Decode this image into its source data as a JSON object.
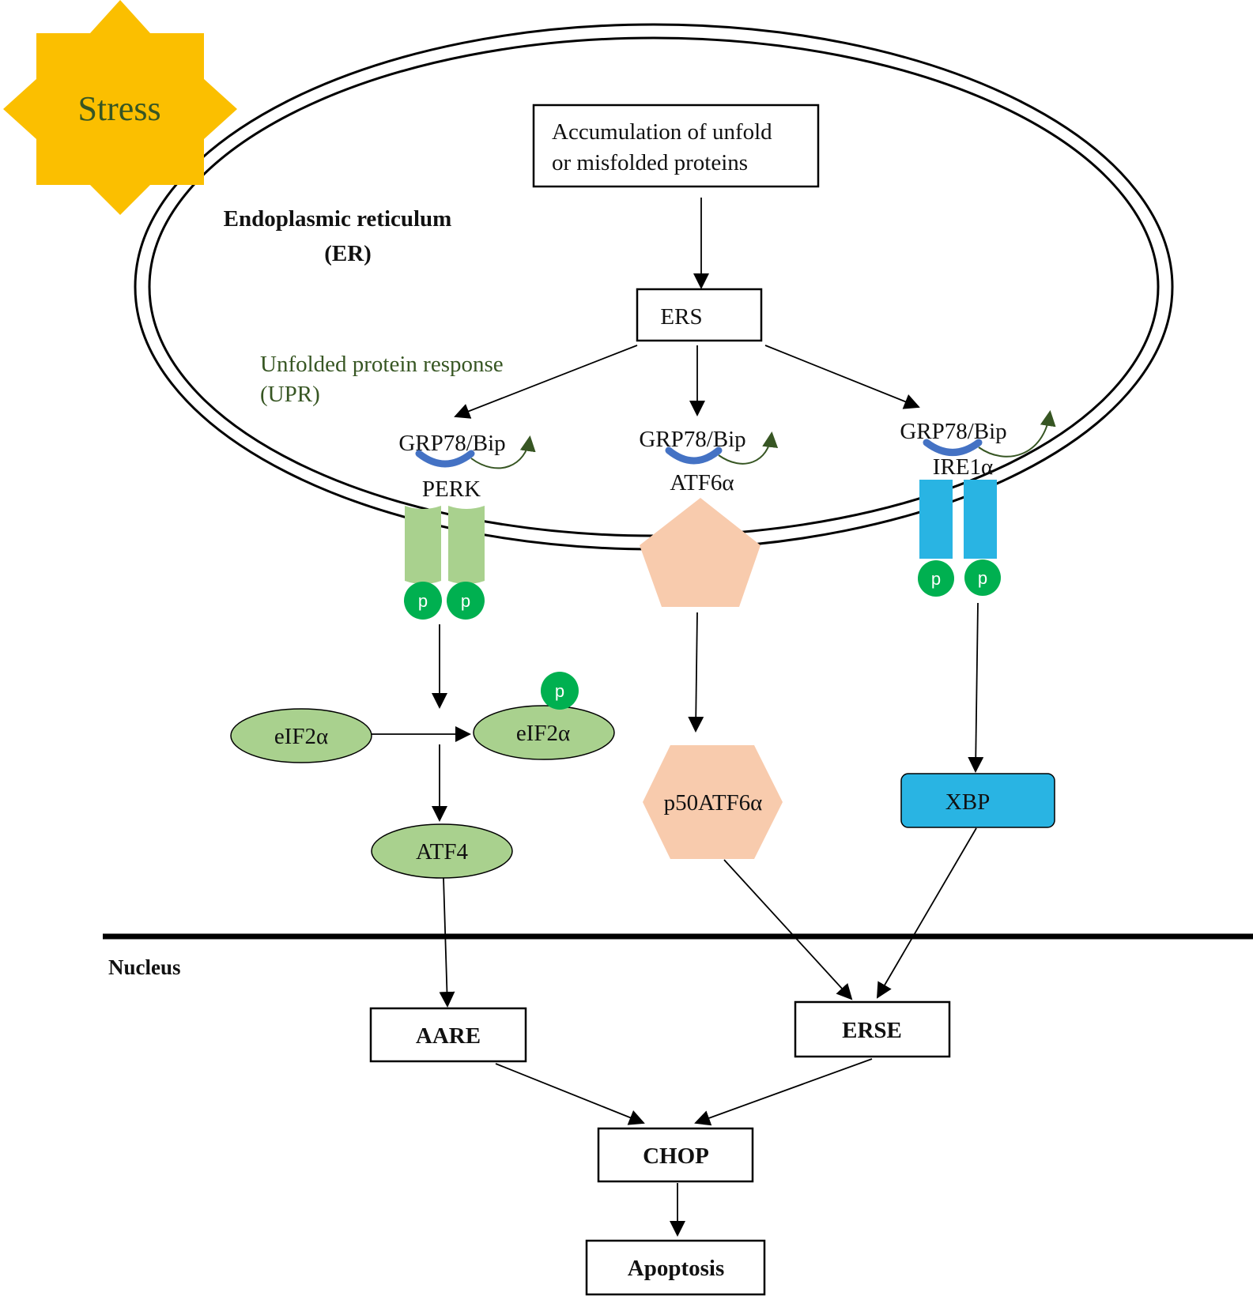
{
  "stress_label": "Stress",
  "er": {
    "title_line1": "Endoplasmic reticulum",
    "title_line2": "(ER)"
  },
  "upr": {
    "line1": "Unfolded protein response",
    "line2": "(UPR)"
  },
  "accumulation": {
    "line1": "Accumulation of unfold",
    "line2": "or misfolded proteins"
  },
  "ers": "ERS",
  "perk_branch": {
    "chaperone": "GRP78/Bip",
    "sensor": "PERK",
    "phospho": "p",
    "eif2a": "eIF2α",
    "eif2a_p": "eIF2α",
    "atf4": "ATF4"
  },
  "atf6_branch": {
    "chaperone": "GRP78/Bip",
    "sensor": "ATF6α",
    "cleaved": "p50ATF6α"
  },
  "ire1_branch": {
    "chaperone": "GRP78/Bip",
    "sensor": "IRE1α",
    "phospho": "p",
    "xbp": "XBP"
  },
  "nucleus_label": "Nucleus",
  "aare": "AARE",
  "erse": "ERSE",
  "chop": "CHOP",
  "apoptosis": "Apoptosis",
  "colors": {
    "stress": "#FBBF00",
    "stress_text": "#375623",
    "upr_text": "#375623",
    "perk_green": "#A9D18E",
    "phospho_green": "#00B050",
    "atf6_peach": "#F8CBAD",
    "ire1_blue": "#29B4E3",
    "bip_blue": "#4472C4",
    "release_arrow": "#375623"
  }
}
